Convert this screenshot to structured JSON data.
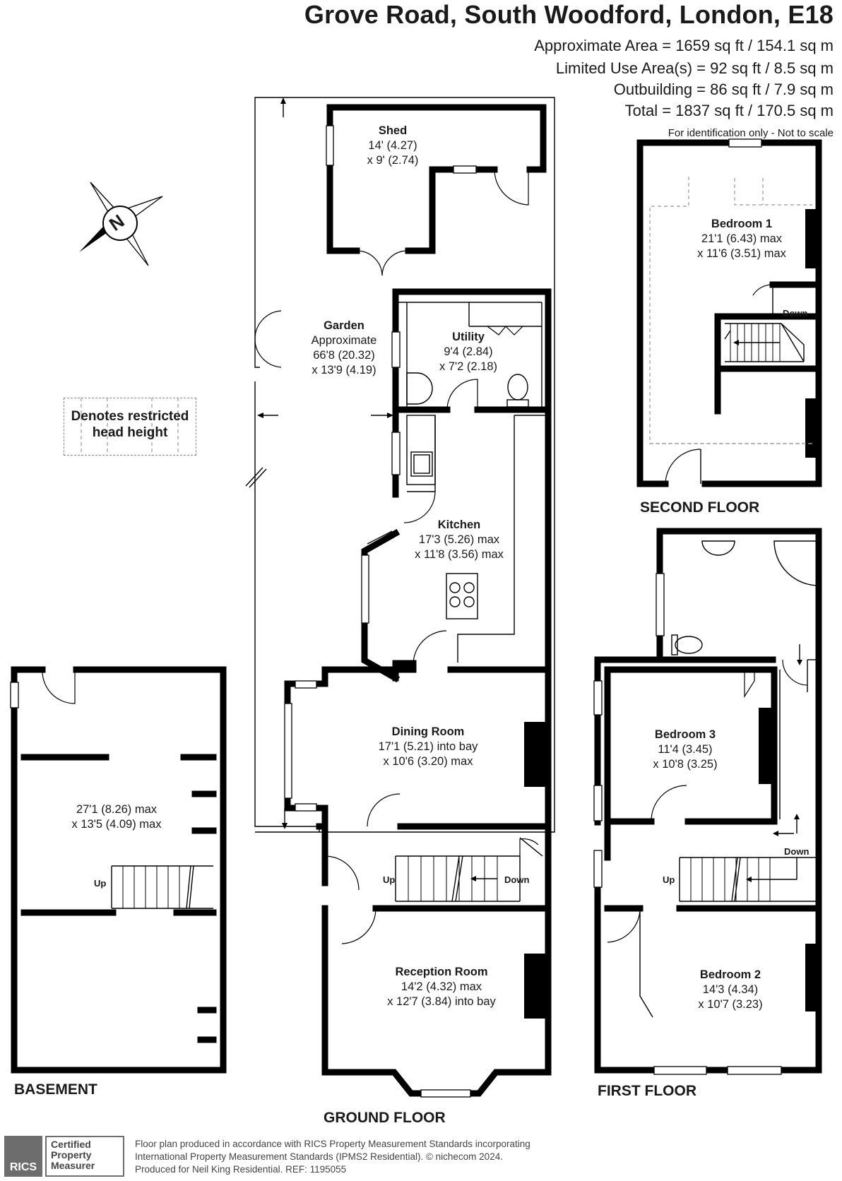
{
  "header": {
    "title": "Grove Road, South Woodford, London, E18",
    "areas": [
      "Approximate Area = 1659 sq ft / 154.1 sq m",
      "Limited Use Area(s) = 92 sq ft / 8.5 sq m",
      "Outbuilding = 86 sq ft / 7.9 sq m",
      "Total = 1837 sq ft / 170.5 sq m"
    ],
    "note": "For identification only - Not to scale"
  },
  "compass": {
    "letter": "N"
  },
  "legend": {
    "line1": "Denotes restricted",
    "line2": "head height"
  },
  "rooms": {
    "shed": {
      "name": "Shed",
      "dim1": "14' (4.27)",
      "dim2": "x 9' (2.74)"
    },
    "garden": {
      "name": "Garden",
      "dim0": "Approximate",
      "dim1": "66'8 (20.32)",
      "dim2": "x 13'9 (4.19)"
    },
    "utility": {
      "name": "Utility",
      "dim1": "9'4 (2.84)",
      "dim2": "x 7'2 (2.18)"
    },
    "kitchen": {
      "name": "Kitchen",
      "dim1": "17'3 (5.26) max",
      "dim2": "x 11'8 (3.56) max"
    },
    "dining": {
      "name": "Dining Room",
      "dim1": "17'1 (5.21) into bay",
      "dim2": "x 10'6 (3.20) max"
    },
    "reception": {
      "name": "Reception Room",
      "dim1": "14'2 (4.32) max",
      "dim2": "x 12'7 (3.84) into bay"
    },
    "basement": {
      "dim1": "27'1 (8.26) max",
      "dim2": "x 13'5 (4.09) max"
    },
    "bedroom1": {
      "name": "Bedroom 1",
      "dim1": "21'1 (6.43) max",
      "dim2": "x 11'6 (3.51) max"
    },
    "bedroom2": {
      "name": "Bedroom 2",
      "dim1": "14'3 (4.34)",
      "dim2": "x 10'7 (3.23)"
    },
    "bedroom3": {
      "name": "Bedroom 3",
      "dim1": "11'4 (3.45)",
      "dim2": "x 10'8 (3.25)"
    }
  },
  "floors": {
    "basement": "BASEMENT",
    "ground": "GROUND FLOOR",
    "first": "FIRST FLOOR",
    "second": "SECOND FLOOR"
  },
  "stairs": {
    "up": "Up",
    "down": "Down"
  },
  "footer": {
    "line1": "Floor plan produced in accordance with RICS Property Measurement Standards incorporating",
    "line2": "International Property Measurement Standards (IPMS2 Residential).   © nichecom 2024.",
    "line3": "Produced for Neil King Residential.   REF:  1195055",
    "rics": "RICS",
    "cert1": "Certified",
    "cert2": "Property",
    "cert3": "Measurer"
  }
}
